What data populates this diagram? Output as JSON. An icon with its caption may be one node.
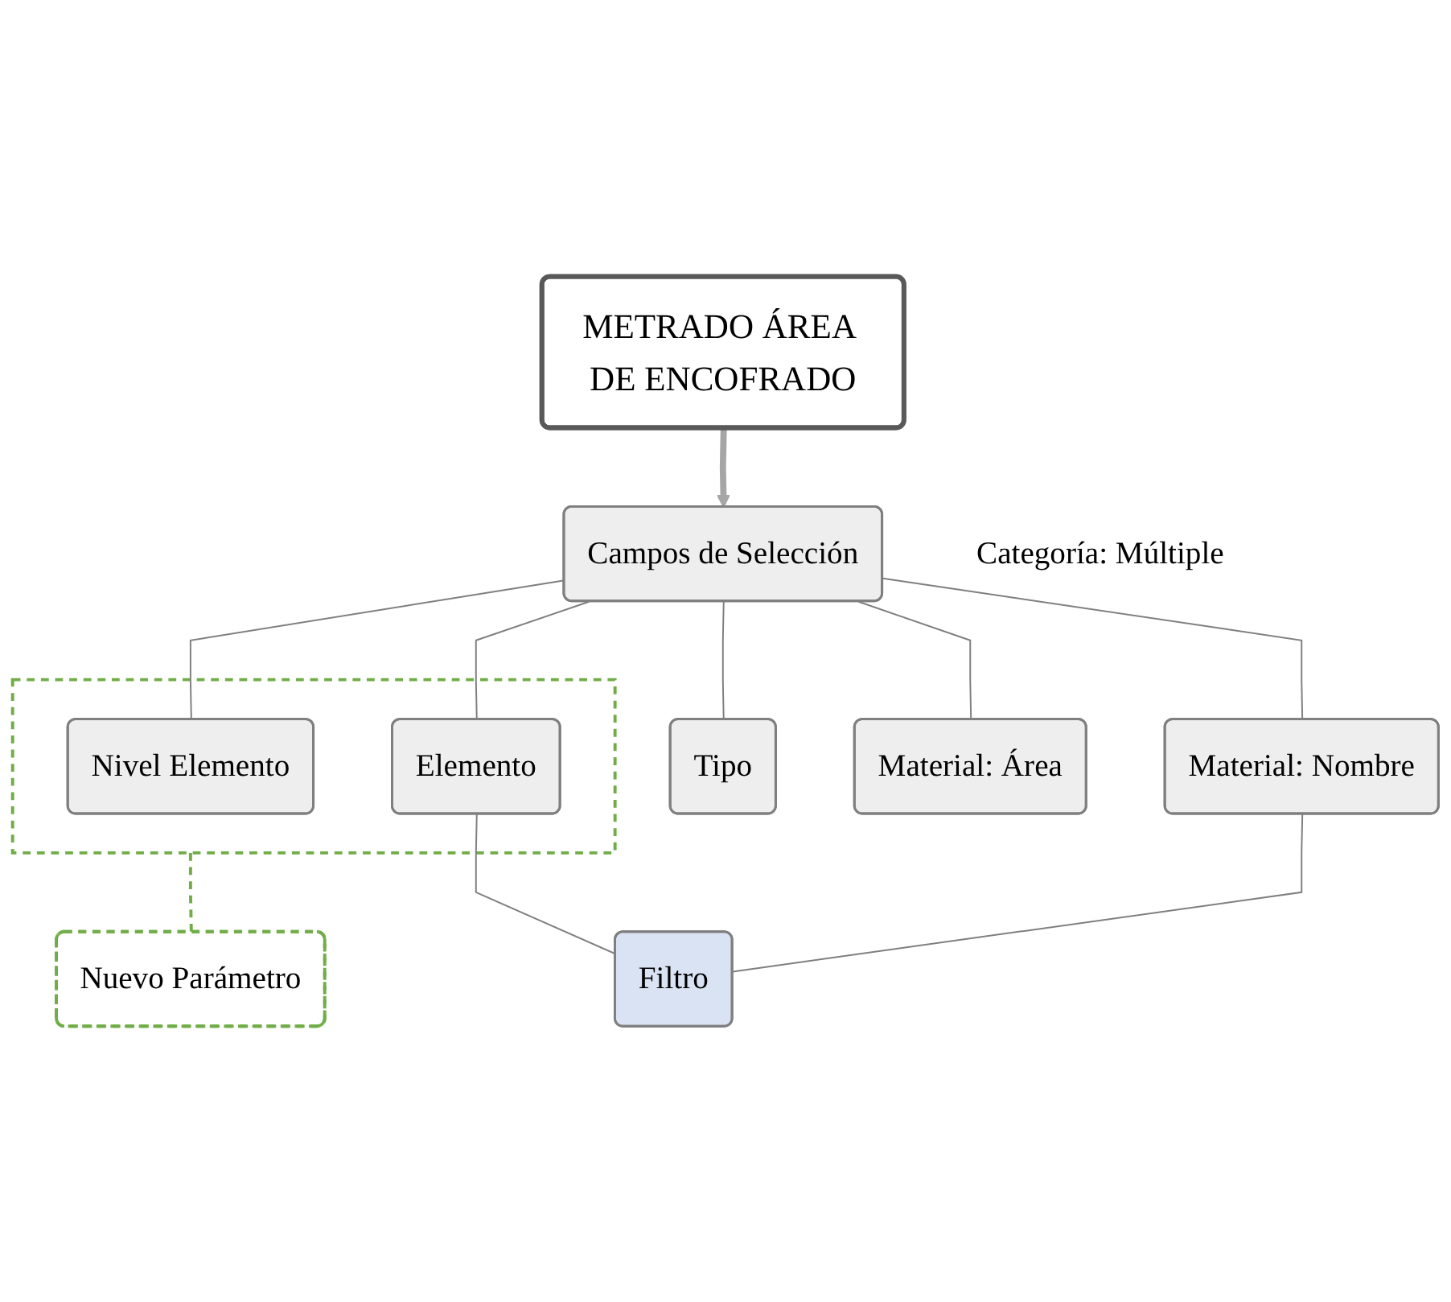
{
  "diagram": {
    "nodes": [
      {
        "text": [
          "METRADO ÁREA DE ENCOFRADO"
        ]
      },
      {
        "text": [
          "Campos de Selección"
        ],
        "beside": [
          "Categoría: Múltiple"
        ]
      },
      {
        "text": [],
        "shape": "box"
      },
      {
        "text": [
          "Nivel Elemento"
        ],
        "in": 2
      },
      {
        "text": [
          "Elemento"
        ],
        "in": 2
      },
      {
        "text": [
          "Nuevo Parámetro"
        ]
      },
      {
        "text": [
          "Filtro"
        ]
      },
      {
        "text": [
          "Material: Nombre"
        ]
      },
      {
        "text": [
          "Tipo"
        ]
      },
      {
        "text": [
          "Material: Área"
        ]
      }
    ],
    "edges": [
      {
        "from": 0,
        "to": 1,
        "arrow": "to",
        "style": "thick"
      },
      {
        "from": 1,
        "to": 3,
        "arrow": "none"
      },
      {
        "from": 1,
        "to": 4,
        "arrow": "none"
      },
      {
        "from": 1,
        "to": 7,
        "arrow": "none"
      },
      {
        "from": 1,
        "to": 8,
        "arrow": "none"
      },
      {
        "from": 1,
        "to": 9,
        "arrow": "none"
      },
      {
        "from": 2,
        "to": 5,
        "arrow": "none",
        "style": "dashed",
        "color": "#70ad47"
      },
      {
        "from": 4,
        "to": 6,
        "arrow": "none"
      },
      {
        "from": 7,
        "to": 6,
        "arrow": "none"
      }
    ]
  }
}
